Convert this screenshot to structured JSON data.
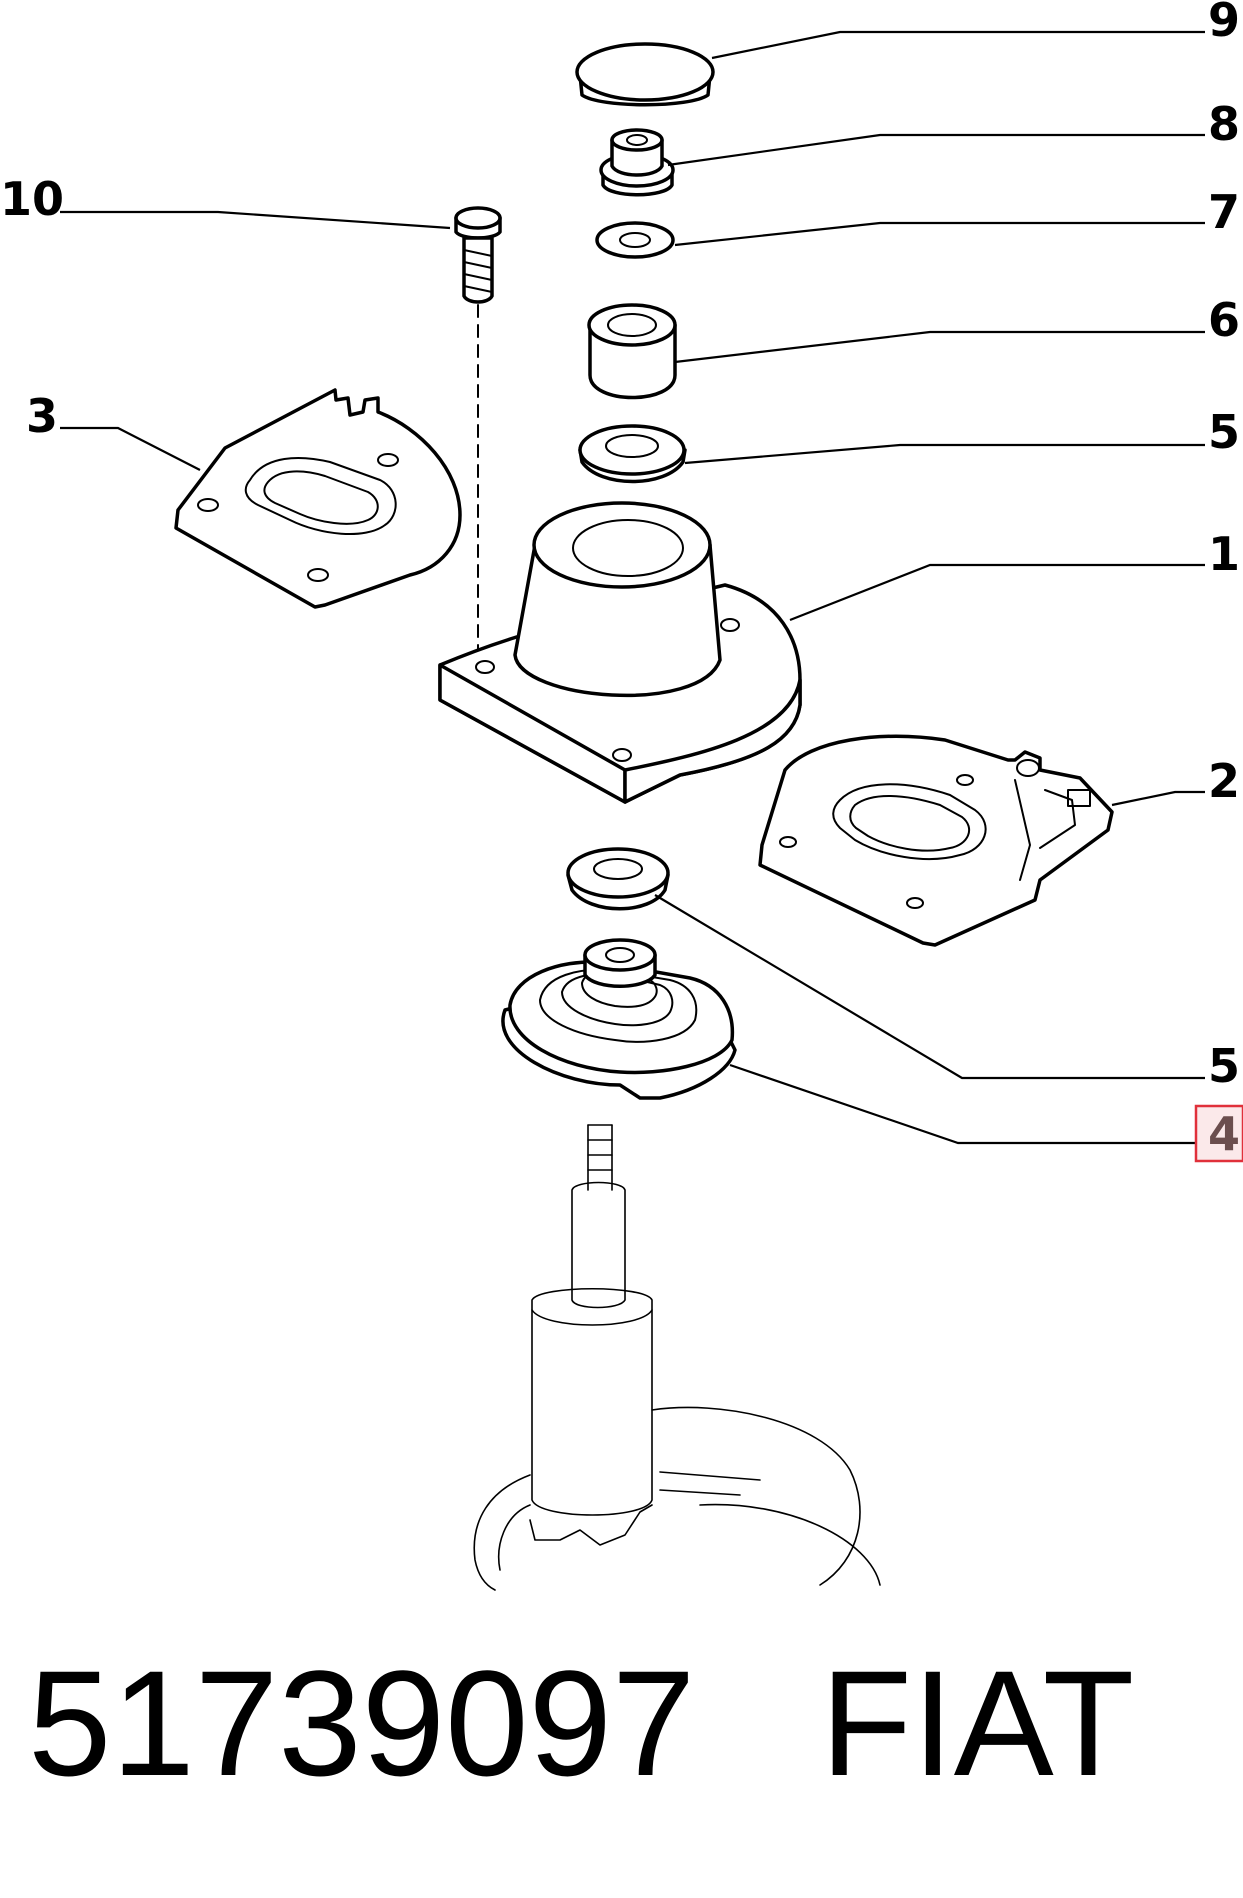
{
  "callouts": [
    {
      "id": "9",
      "label": "9"
    },
    {
      "id": "8",
      "label": "8"
    },
    {
      "id": "10",
      "label": "10"
    },
    {
      "id": "7",
      "label": "7"
    },
    {
      "id": "6",
      "label": "6"
    },
    {
      "id": "3",
      "label": "3"
    },
    {
      "id": "5a",
      "label": "5"
    },
    {
      "id": "1",
      "label": "1"
    },
    {
      "id": "2",
      "label": "2"
    },
    {
      "id": "5b",
      "label": "5"
    },
    {
      "id": "4",
      "label": "4",
      "highlighted": true
    }
  ],
  "caption": {
    "part_number": "51739097",
    "brand": "FIAT"
  },
  "colors": {
    "line": "#000000",
    "highlight_box": "#e0303a",
    "highlight_fill": "#fbe9ea",
    "highlight_text": "#6b4e4e"
  }
}
